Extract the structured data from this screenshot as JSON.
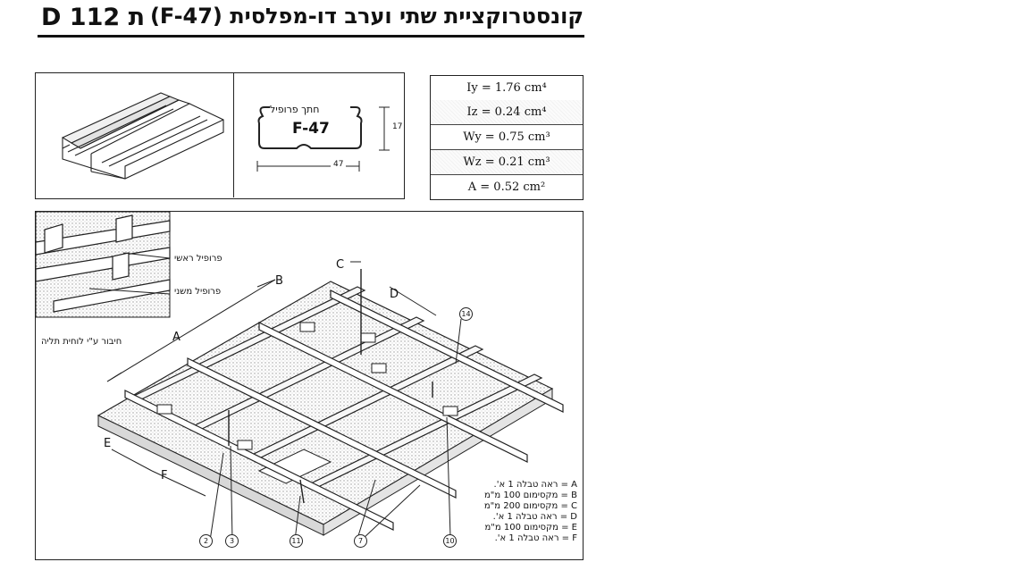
{
  "header": {
    "code": "D 112 ת",
    "title": "קונסטרוקציית שתי וערב דו-מפלסית (F-47)"
  },
  "profile_section": {
    "caption": "חתך פרופיל",
    "name": "F-47",
    "width_dim": "47",
    "height_dim": "17"
  },
  "properties": [
    {
      "label": "Iy = 1.76 cm⁴"
    },
    {
      "label": "Iz = 0.24 cm⁴"
    },
    {
      "label": "Wy = 0.75 cm³"
    },
    {
      "label": "Wz = 0.21 cm³"
    },
    {
      "label": "A = 0.52 cm²"
    }
  ],
  "detail_labels": {
    "main_profile": "פרופיל ראשי",
    "secondary_profile": "פרופיל משני",
    "connection": "חיבור ע\"י לוחית תליה"
  },
  "dimension_letters": {
    "A": "A",
    "B": "B",
    "C": "C",
    "D": "D",
    "E": "E",
    "F": "F"
  },
  "callouts": [
    "2",
    "3",
    "11",
    "7",
    "10",
    "14"
  ],
  "legend": [
    "A = ראה טבלה 1 א'.",
    "B = מקסימום 100 מ\"מ",
    "C = מקסימום 200 מ\"מ",
    "D = ראה טבלה 1 א'.",
    "E = מקסימום 100 מ\"מ",
    "F = ראה טבלה 1 א'."
  ]
}
